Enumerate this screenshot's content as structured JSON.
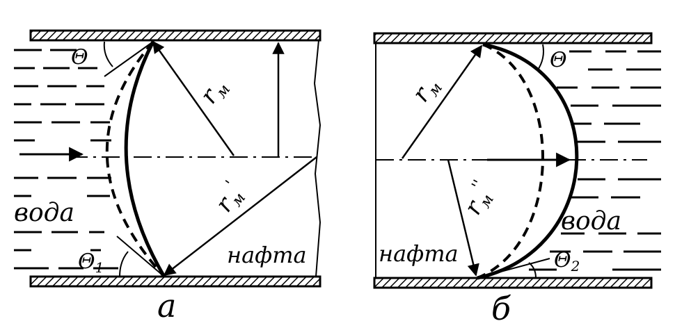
{
  "panel_a": {
    "caption": "а",
    "fluid_left": "вода",
    "fluid_right": "нафта",
    "angle_top": "Θ",
    "angle_bottom": "Θ",
    "angle_bottom_sub": "1",
    "radius_top": "r",
    "radius_top_sub": "м",
    "radius_bottom": "r",
    "radius_bottom_sub": "м",
    "radius_bottom_mark": "'"
  },
  "panel_b": {
    "caption": "б",
    "fluid_left": "нафта",
    "fluid_right": "вода",
    "angle_top": "Θ",
    "angle_bottom": "Θ",
    "angle_bottom_sub": "2",
    "radius_top": "r",
    "radius_top_sub": "м",
    "radius_bottom": "r",
    "radius_bottom_sub": "м",
    "radius_bottom_mark": "''"
  }
}
